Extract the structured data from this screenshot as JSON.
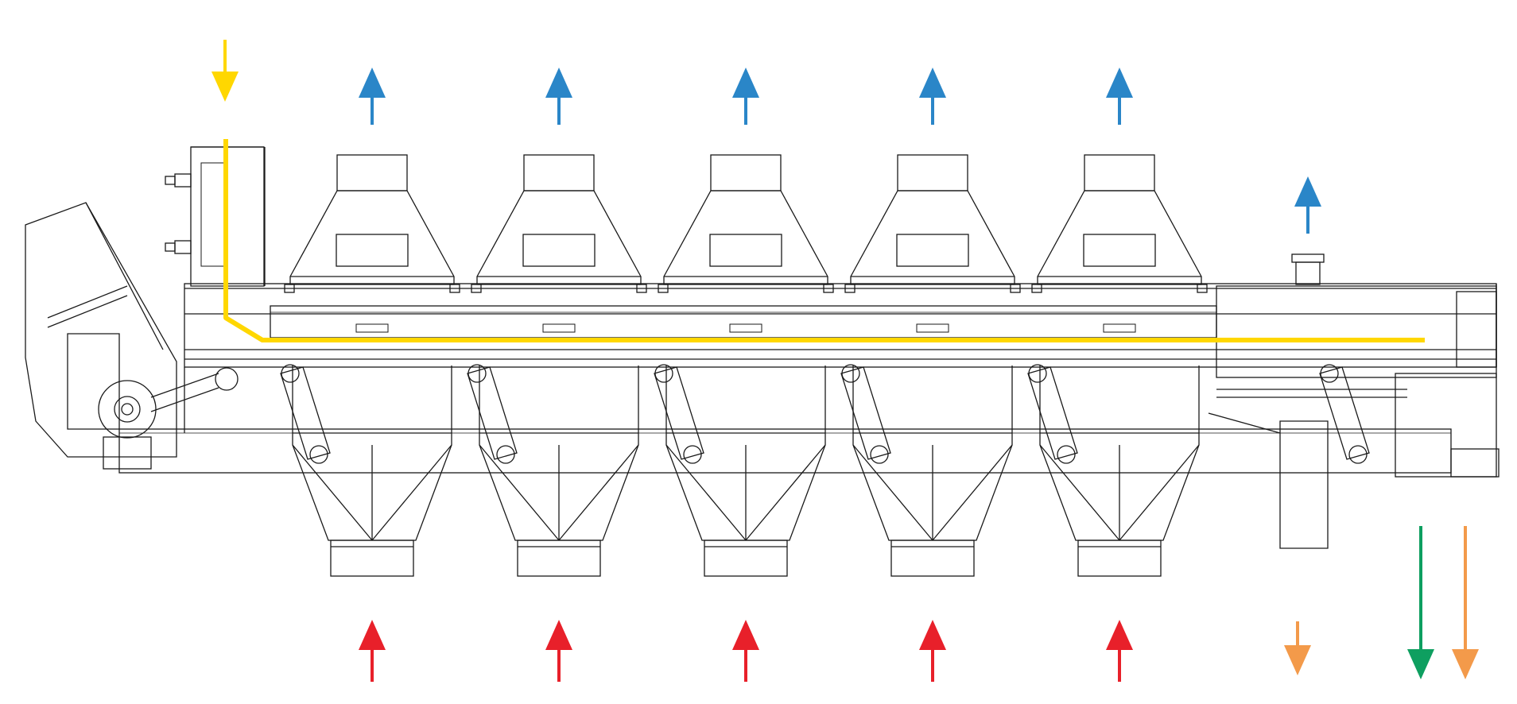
{
  "diagram": {
    "type": "machine-elevation-flow-diagram",
    "sections": 5,
    "colors": {
      "product_path": "#FFD700",
      "air_in": "#E8202A",
      "air_out": "#2A86C8",
      "discharge_primary": "#F39A4A",
      "discharge_secondary": "#0E9F60",
      "linework": "#1a1a1a",
      "fill": "#ffffff"
    },
    "arrows": {
      "product_in": {
        "direction": "down",
        "color_key": "product_path"
      },
      "air_out": {
        "direction": "up",
        "count": 6,
        "color_key": "air_out"
      },
      "air_in": {
        "direction": "up",
        "count": 5,
        "color_key": "air_in"
      },
      "outlets": [
        {
          "direction": "down",
          "color_key": "discharge_primary"
        },
        {
          "direction": "down",
          "color_key": "discharge_secondary"
        },
        {
          "direction": "down",
          "color_key": "discharge_primary"
        }
      ]
    }
  }
}
